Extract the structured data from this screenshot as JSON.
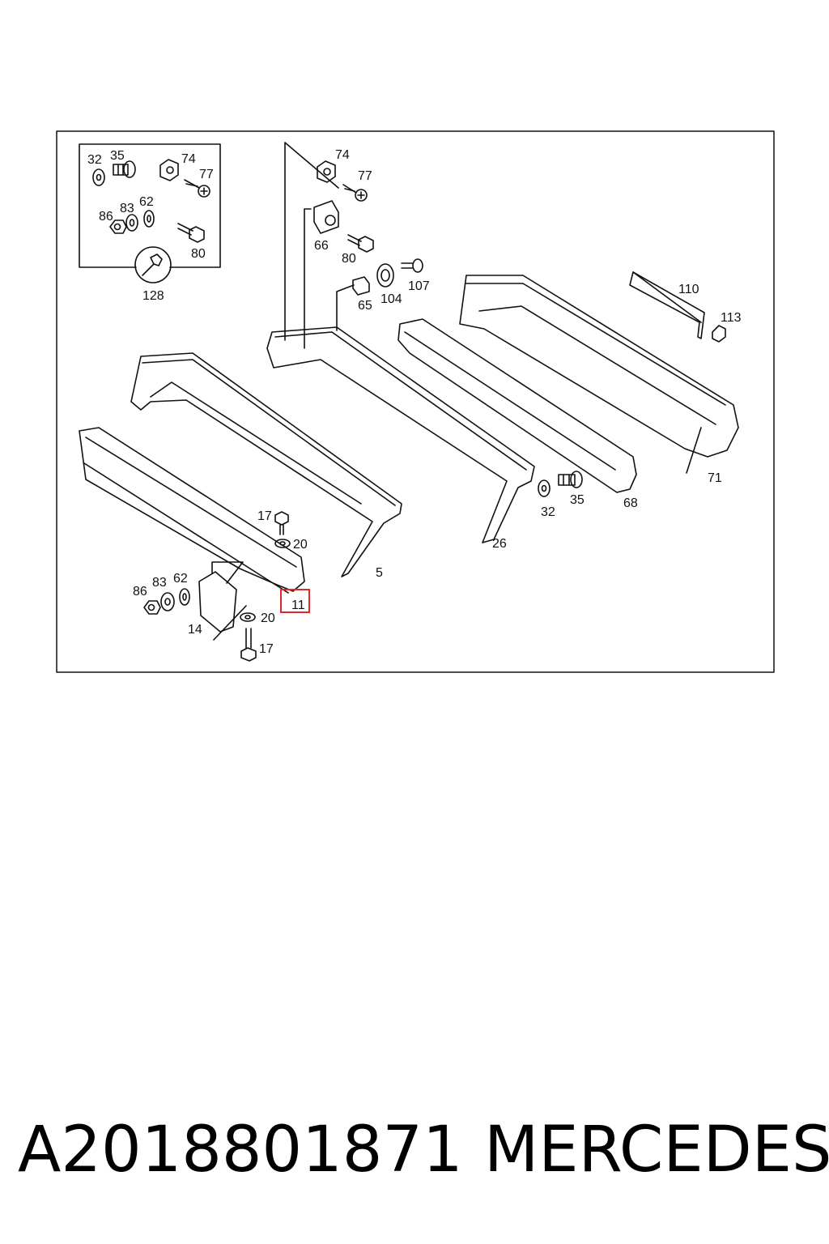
{
  "callouts": {
    "c32a": "32",
    "c35a": "35",
    "c74a": "74",
    "c77a": "77",
    "c86a": "86",
    "c83a": "83",
    "c62a": "62",
    "c80a": "80",
    "c128": "128",
    "c74b": "74",
    "c77b": "77",
    "c66": "66",
    "c80b": "80",
    "c107": "107",
    "c104": "104",
    "c65": "65",
    "c110": "110",
    "c113": "113",
    "c71": "71",
    "c68": "68",
    "c35b": "35",
    "c32b": "32",
    "c26": "26",
    "c5": "5",
    "c17a": "17",
    "c20a": "20",
    "c11": "11",
    "c86b": "86",
    "c83b": "83",
    "c62b": "62",
    "c14": "14",
    "c20b": "20",
    "c17b": "17"
  },
  "highlight_callout": "11",
  "highlight_color": "#e0282a",
  "footer": {
    "part_number": "A2018801871",
    "brand": "MERCEDES"
  }
}
